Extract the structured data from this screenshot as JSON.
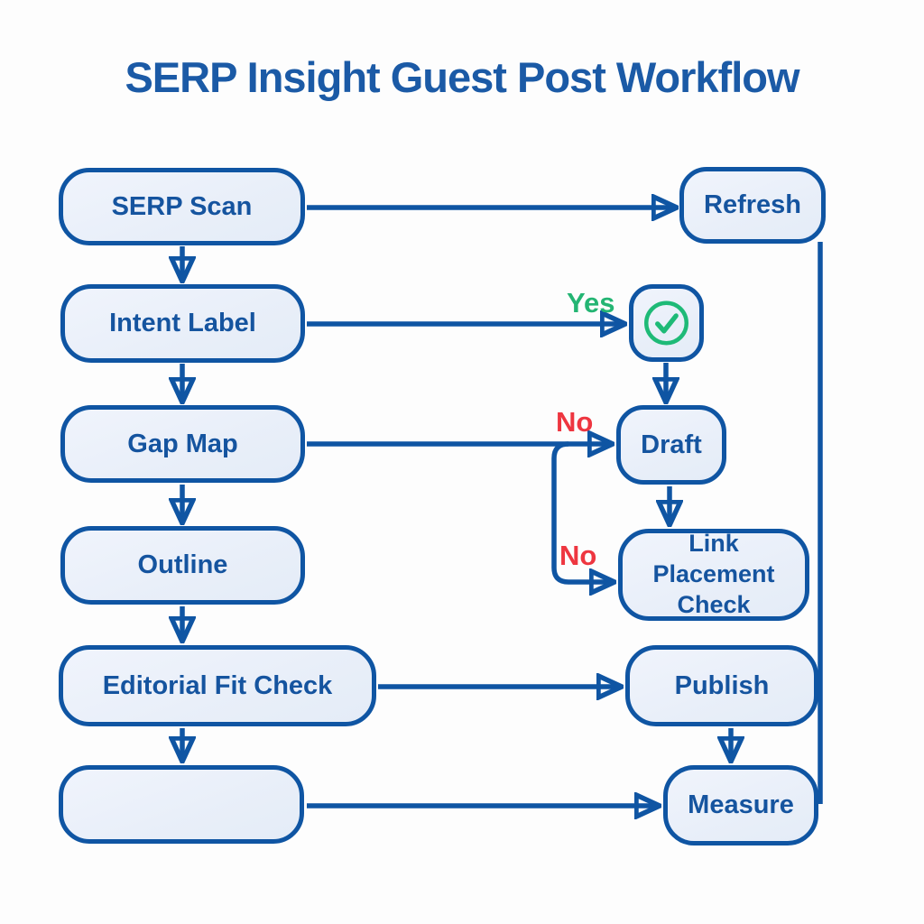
{
  "title": "SERP Insight Guest Post Workflow",
  "nodes": {
    "serp_scan": {
      "label": "SERP Scan"
    },
    "intent_label": {
      "label": "Intent Label"
    },
    "gap_map": {
      "label": "Gap Map"
    },
    "outline": {
      "label": "Outline"
    },
    "editorial_fit_check": {
      "label": "Editorial Fit Check"
    },
    "unlabeled": {
      "label": ""
    },
    "refresh": {
      "label": "Refresh"
    },
    "approval_check": {
      "icon": "check-circle-icon"
    },
    "draft": {
      "label": "Draft"
    },
    "link_placement_check": {
      "label": "Link Placement Check"
    },
    "publish": {
      "label": "Publish"
    },
    "measure": {
      "label": "Measure"
    }
  },
  "edge_labels": {
    "yes": {
      "text": "Yes"
    },
    "no_to_draft": {
      "text": "No"
    },
    "no_to_link_check": {
      "text": "No"
    }
  },
  "colors": {
    "node_border": "#0f55a3",
    "node_fill": "#edf2fb",
    "node_text": "#15549f",
    "title_text": "#1b5aa6",
    "edge": "#0f55a3",
    "yes_green": "#24b573",
    "no_red": "#ee3640",
    "check_green": "#1eba77",
    "background": "#fdfdfd"
  }
}
